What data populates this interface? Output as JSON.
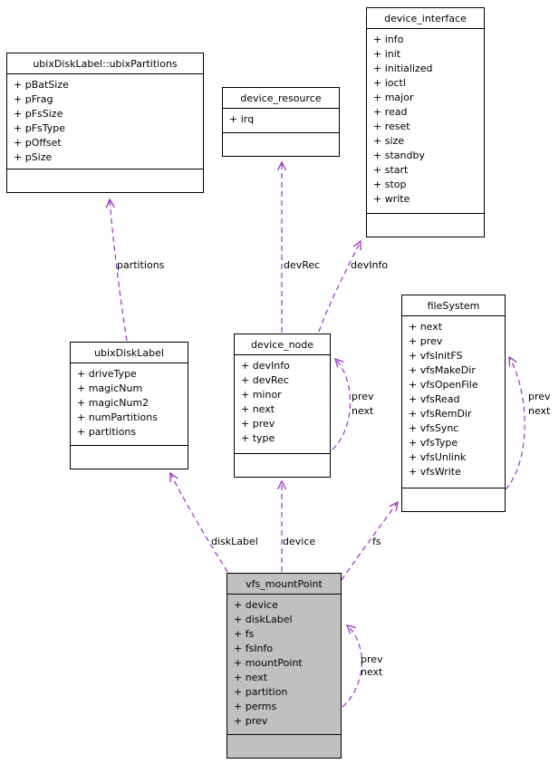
{
  "diagram": {
    "type": "uml-collaboration-diagram",
    "colors": {
      "edge": "#9a32cd",
      "node_border": "#000000",
      "node_fill": "#ffffff",
      "highlight_fill": "#c0c0c0"
    },
    "classes": [
      {
        "title": "ubixDiskLabel::ubixPartitions",
        "fields": [
          "+ pBatSize",
          "+ pFrag",
          "+ pFsSize",
          "+ pFsType",
          "+ pOffset",
          "+ pSize"
        ]
      },
      {
        "title": "device_resource",
        "fields": [
          "+ irq"
        ]
      },
      {
        "title": "device_interface",
        "fields": [
          "+ info",
          "+ init",
          "+ initialized",
          "+ ioctl",
          "+ major",
          "+ read",
          "+ reset",
          "+ size",
          "+ standby",
          "+ start",
          "+ stop",
          "+ write"
        ]
      },
      {
        "title": "ubixDiskLabel",
        "fields": [
          "+ driveType",
          "+ magicNum",
          "+ magicNum2",
          "+ numPartitions",
          "+ partitions"
        ]
      },
      {
        "title": "device_node",
        "fields": [
          "+ devInfo",
          "+ devRec",
          "+ minor",
          "+ next",
          "+ prev",
          "+ type"
        ]
      },
      {
        "title": "fileSystem",
        "fields": [
          "+ next",
          "+ prev",
          "+ vfsInitFS",
          "+ vfsMakeDir",
          "+ vfsOpenFile",
          "+ vfsRead",
          "+ vfsRemDir",
          "+ vfsSync",
          "+ vfsType",
          "+ vfsUnlink",
          "+ vfsWrite"
        ]
      },
      {
        "title": "vfs_mountPoint",
        "fields": [
          "+ device",
          "+ diskLabel",
          "+ fs",
          "+ fsInfo",
          "+ mountPoint",
          "+ next",
          "+ partition",
          "+ perms",
          "+ prev"
        ],
        "highlighted": true
      }
    ],
    "edge_labels": {
      "partitions": "partitions",
      "devRec": "devRec",
      "devInfo": "devInfo",
      "diskLabel": "diskLabel",
      "device": "device",
      "fs": "fs",
      "prev": "prev",
      "next": "next"
    }
  }
}
